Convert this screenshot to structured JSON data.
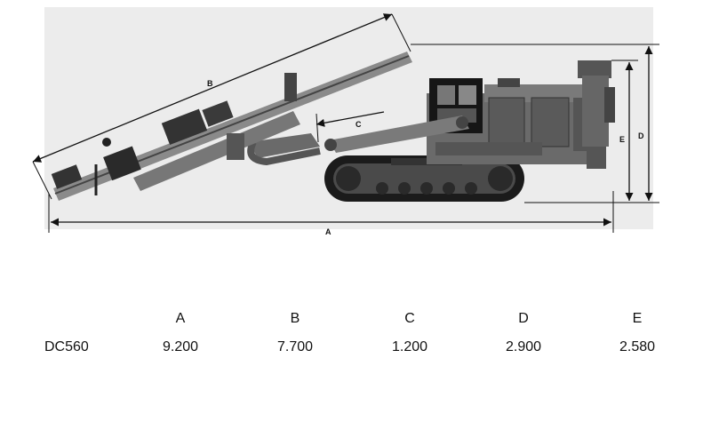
{
  "diagram": {
    "dimension_labels": {
      "a": "A",
      "b": "B",
      "c": "C",
      "d": "D",
      "e": "E"
    }
  },
  "specs": {
    "headers": [
      "A",
      "B",
      "C",
      "D",
      "E"
    ],
    "rows": [
      {
        "model": "DC560",
        "values": [
          "9.200",
          "7.700",
          "1.200",
          "2.900",
          "2.580"
        ]
      }
    ]
  }
}
